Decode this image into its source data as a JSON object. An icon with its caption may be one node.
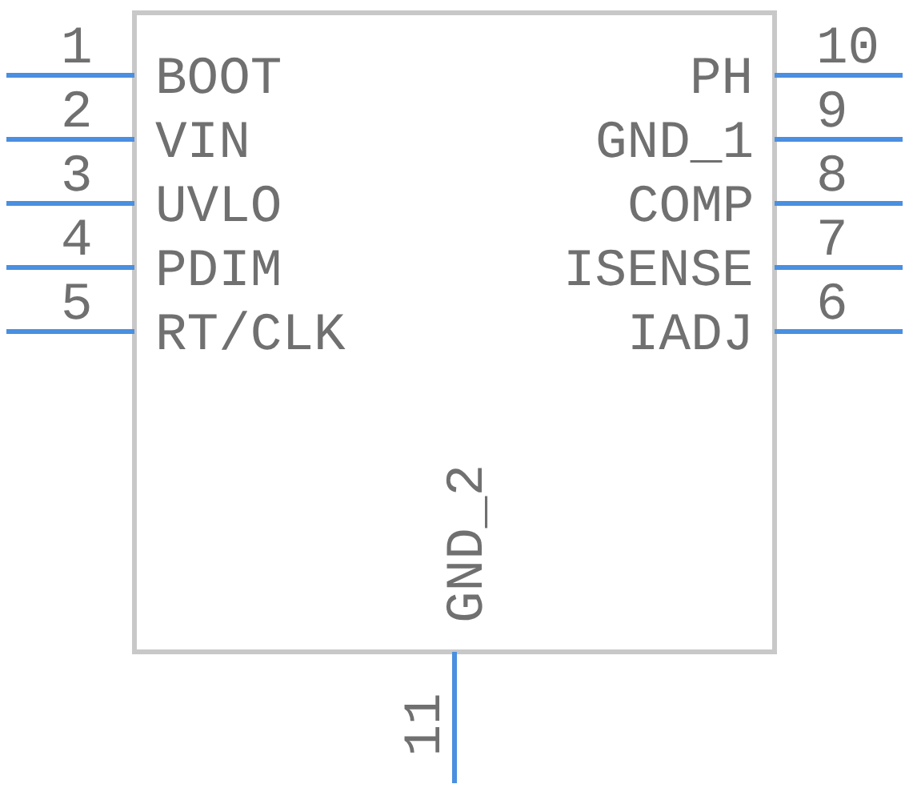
{
  "diagram": {
    "labels": [
      "1",
      "BOOT",
      "PH",
      "10",
      "2",
      "VIN",
      "GND_1",
      "9",
      "3",
      "UVLO",
      "COMP",
      "8",
      "4",
      "PDIM",
      "ISENSE",
      "7",
      "5",
      "RT/CLK",
      "IADJ",
      "6",
      "GND_2",
      "11"
    ]
  }
}
